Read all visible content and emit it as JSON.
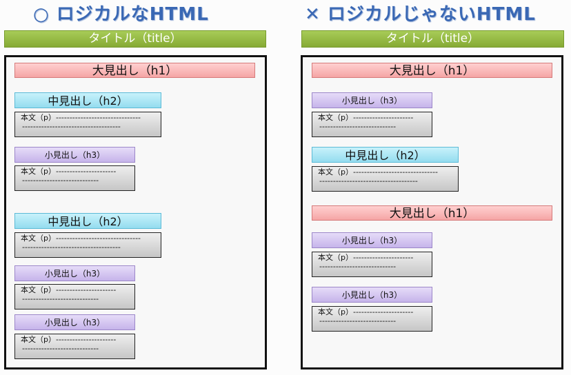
{
  "left": {
    "heading": "○ ロジカルなHTML",
    "title_bar": "タイトル（title）",
    "blocks": [
      {
        "type": "h1",
        "text": "大見出し（h1）"
      },
      {
        "type": "h2",
        "text": "中見出し（h2）"
      },
      {
        "type": "p",
        "label": "本文（p）",
        "line1": "-------------------------------",
        "line2": "------------------------------------"
      },
      {
        "type": "h3",
        "text": "小見出し（h3）"
      },
      {
        "type": "p",
        "label": "本文（p）",
        "line1": "----------------------",
        "line2": "----------------------------"
      },
      {
        "type": "h2",
        "text": "中見出し（h2）"
      },
      {
        "type": "p",
        "label": "本文（p）",
        "line1": "-------------------------------",
        "line2": "------------------------------------"
      },
      {
        "type": "h3",
        "text": "小見出し（h3）"
      },
      {
        "type": "p",
        "label": "本文（p）",
        "line1": "----------------------",
        "line2": "----------------------------"
      },
      {
        "type": "h3",
        "text": "小見出し（h3）"
      },
      {
        "type": "p",
        "label": "本文（p）",
        "line1": "----------------------",
        "line2": "----------------------------"
      }
    ]
  },
  "right": {
    "heading": "✕ ロジカルじゃないHTML",
    "title_bar": "タイトル（title）",
    "blocks": [
      {
        "type": "h1",
        "text": "大見出し（h1）"
      },
      {
        "type": "h3",
        "text": "小見出し（h3）"
      },
      {
        "type": "p",
        "label": "本文（p）",
        "line1": "----------------------",
        "line2": "----------------------------"
      },
      {
        "type": "h2",
        "text": "中見出し（h2）"
      },
      {
        "type": "p",
        "label": "本文（p）",
        "line1": "-------------------------------",
        "line2": "------------------------------------"
      },
      {
        "type": "h1",
        "text": "大見出し（h1）"
      },
      {
        "type": "h3",
        "text": "小見出し（h3）"
      },
      {
        "type": "p",
        "label": "本文（p）",
        "line1": "----------------------",
        "line2": "----------------------------"
      },
      {
        "type": "h3",
        "text": "小見出し（h3）"
      },
      {
        "type": "p",
        "label": "本文（p）",
        "line1": "----------------------",
        "line2": "----------------------------"
      }
    ]
  }
}
